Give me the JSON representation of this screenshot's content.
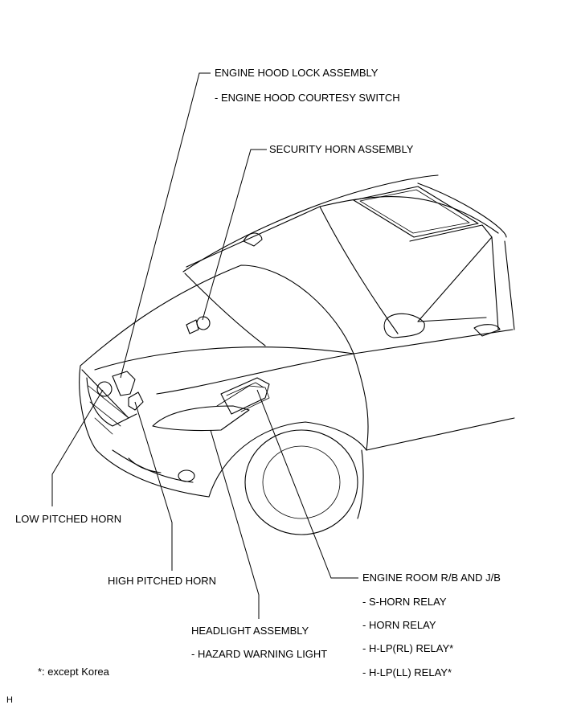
{
  "labels": {
    "hood_lock": "ENGINE HOOD LOCK ASSEMBLY",
    "hood_courtesy": "- ENGINE HOOD COURTESY SWITCH",
    "security_horn": "SECURITY HORN ASSEMBLY",
    "low_horn": "LOW PITCHED HORN",
    "high_horn": "HIGH PITCHED HORN",
    "headlight": "HEADLIGHT ASSEMBLY",
    "hazard": "- HAZARD WARNING LIGHT",
    "engine_room": "ENGINE ROOM R/B AND J/B",
    "s_horn_relay": "- S-HORN RELAY",
    "horn_relay": "- HORN RELAY",
    "hlp_rl_relay": "- H-LP(RL) RELAY*",
    "hlp_ll_relay": "- H-LP(LL) RELAY*"
  },
  "footnote": "*: except Korea",
  "corner_mark": "H"
}
